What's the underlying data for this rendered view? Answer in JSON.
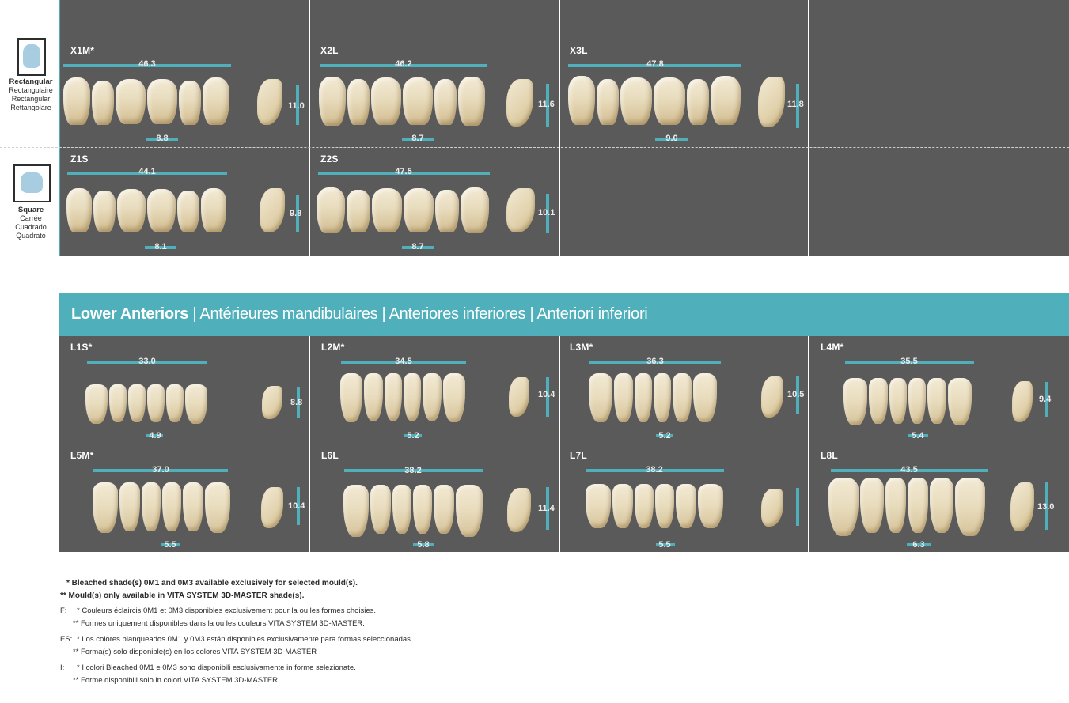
{
  "upper": {
    "shapes": [
      {
        "name": "Rectangular",
        "fr": "Rectangulaire",
        "es": "Rectangular",
        "it": "Rettangolare"
      },
      {
        "name": "Square",
        "fr": "Carrée",
        "es": "Cuadrado",
        "it": "Quadrato"
      }
    ],
    "moulds": [
      {
        "code": "X1M*",
        "width": "46.3",
        "height": "11.0",
        "depth": "8.8"
      },
      {
        "code": "X2L",
        "width": "46.2",
        "height": "11.6",
        "depth": "8.7"
      },
      {
        "code": "X3L",
        "width": "47.8",
        "height": "11.8",
        "depth": "9.0"
      },
      {
        "code": "Z1S",
        "width": "44.1",
        "height": "9.8",
        "depth": "8.1"
      },
      {
        "code": "Z2S",
        "width": "47.5",
        "height": "10.1",
        "depth": "8.7"
      }
    ]
  },
  "lower": {
    "title_bold": "Lower Anteriors",
    "title_rest": " | Antérieures mandibulaires | Anteriores inferiores | Anteriori inferiori",
    "moulds": [
      {
        "code": "L1S*",
        "width": "33.0",
        "height": "8.8",
        "depth": "4.9"
      },
      {
        "code": "L2M*",
        "width": "34.5",
        "height": "10.4",
        "depth": "5.2"
      },
      {
        "code": "L3M*",
        "width": "36.3",
        "height": "10.5",
        "depth": "5.2"
      },
      {
        "code": "L4M*",
        "width": "35.5",
        "height": "9.4",
        "depth": "5.4"
      },
      {
        "code": "L5M*",
        "width": "37.0",
        "height": "10.4",
        "depth": "5.5"
      },
      {
        "code": "L6L",
        "width": "38.2",
        "height": "11.4",
        "depth": "5.8"
      },
      {
        "code": "L7L",
        "width": "38.2",
        "height": "",
        "depth": "5.5"
      },
      {
        "code": "L8L",
        "width": "43.5",
        "height": "13.0",
        "depth": "6.3"
      }
    ]
  },
  "footnotes": {
    "en1": "* Bleached shade(s) 0M1 and 0M3 available exclusively for selected mould(s).",
    "en2": "** Mould(s) only available in VITA SYSTEM 3D-MASTER shade(s).",
    "f_label": "F:",
    "f1": "* Couleurs éclaircis 0M1 et 0M3 disponibles exclusivement pour la ou les formes choisies.",
    "f2": "** Formes uniquement disponibles dans la ou les couleurs VITA SYSTEM 3D-MASTER.",
    "es_label": "ES:",
    "es1": "* Los colores blanqueados 0M1 y 0M3 están disponibles exclusivamente para formas seleccionadas.",
    "es2": "** Forma(s) solo disponible(s) en los colores VITA SYSTEM 3D-MASTER",
    "i_label": "I:",
    "i1": "* I colori Bleached 0M1 e 0M3 sono disponibili esclusivamente in forme selezionate.",
    "i2": "** Forme disponibili solo in colori VITA SYSTEM 3D-MASTER."
  }
}
